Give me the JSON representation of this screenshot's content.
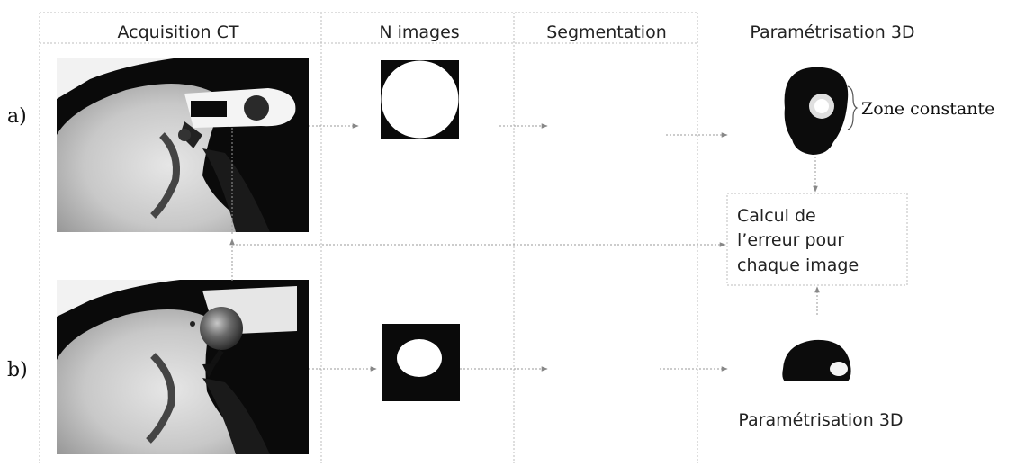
{
  "headers": {
    "acquisition": "Acquisition CT",
    "n_images": "N images",
    "segmentation": "Segmentation",
    "parametrisation": "Paramétrisation 3D"
  },
  "rows": {
    "a_label": "a)",
    "b_label": "b)"
  },
  "annotations": {
    "zone_constante": "Zone constante",
    "calcul_line1": "Calcul de",
    "calcul_line2": "l’erreur pour",
    "calcul_line3": "chaque image",
    "parametrisation_bottom": "Paramétrisation 3D"
  },
  "colors": {
    "dark": "#0a0a0a",
    "grid": "#b8b8b8",
    "arrow": "#8a8a8a"
  }
}
